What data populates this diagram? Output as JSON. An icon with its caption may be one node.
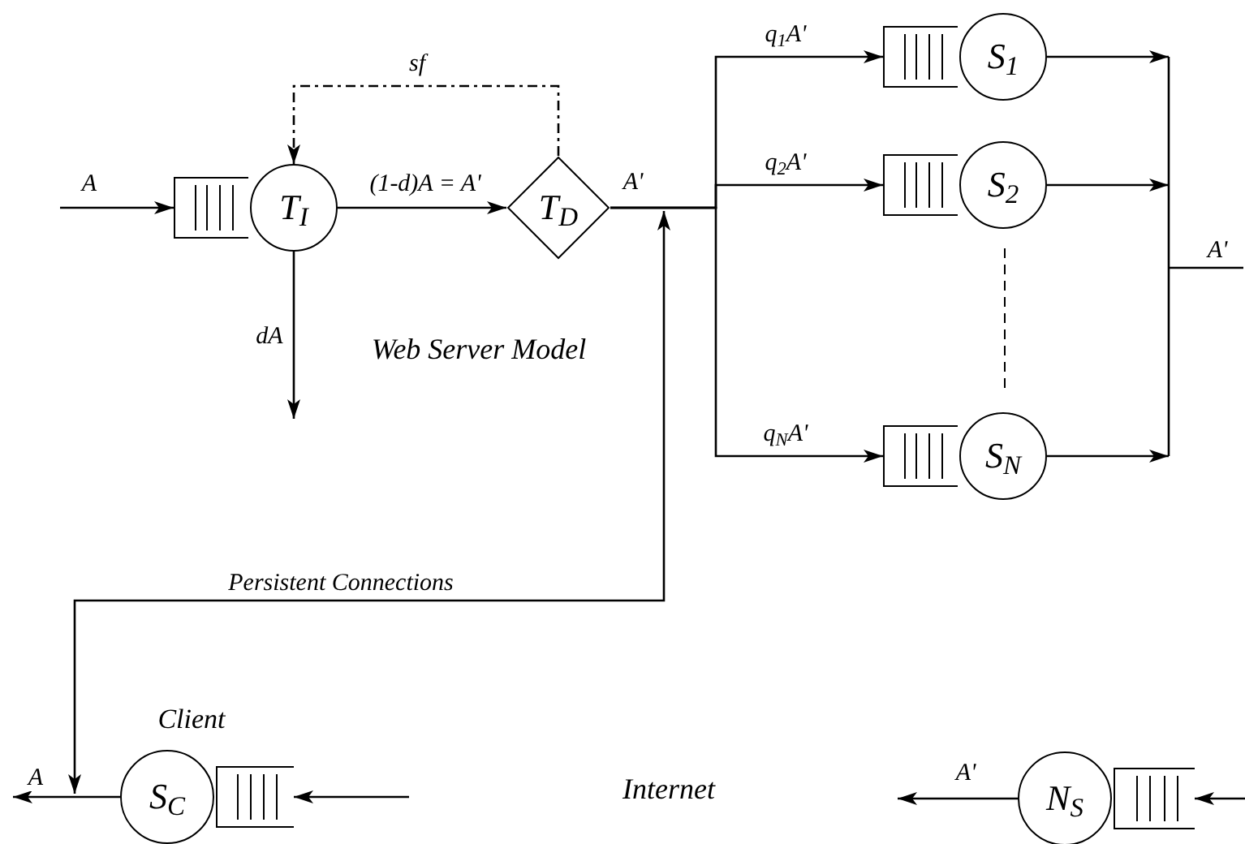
{
  "diagram": {
    "nodes": [
      {
        "text": [],
        "shape": "box"
      },
      {
        "text": [
          "T$_{I}$"
        ]
      },
      {
        "text": [
          "T$_{D}$"
        ]
      },
      {
        "text": [],
        "shape": "box"
      },
      {
        "text": [
          "S$_{1}$"
        ]
      },
      {
        "text": [],
        "shape": "box"
      },
      {
        "text": [
          "S$_{2}$"
        ]
      },
      {
        "text": [],
        "shape": "box"
      },
      {
        "text": [
          "S$_{N}$"
        ]
      },
      {
        "text": [
          "S$_{C}$"
        ],
        "beside": [
          "Client"
        ]
      },
      {
        "text": [],
        "shape": "box"
      },
      {
        "text": [
          "N$_{S}$"
        ]
      },
      {
        "text": [],
        "shape": "box"
      }
    ],
    "edges": [
      {
        "from": null,
        "to": 0,
        "arrow": "to",
        "label": "A"
      },
      {
        "from": 1,
        "to": 2,
        "arrow": "to",
        "label": "(1-d)A = A'"
      },
      {
        "from": 1,
        "to": null,
        "arrow": "to",
        "label": "dA"
      },
      {
        "from": 2,
        "to": 1,
        "arrow": "to",
        "label": "sf",
        "style": "dashed"
      },
      {
        "from": 2,
        "to": 3,
        "arrow": "to",
        "label": "q$_{1}$A'"
      },
      {
        "from": 2,
        "to": 5,
        "arrow": "to",
        "label": "q$_{2}$A'"
      },
      {
        "from": 2,
        "to": 7,
        "arrow": "to",
        "label": "q$_{N}$A'"
      },
      {
        "from": 4,
        "to": null,
        "arrow": "to"
      },
      {
        "from": 6,
        "to": null,
        "arrow": "to"
      },
      {
        "from": 8,
        "to": null,
        "arrow": "to"
      },
      {
        "from": 9,
        "to": null,
        "arrow": "both",
        "label": "Persistent Connections"
      },
      {
        "from": 9,
        "to": null,
        "arrow": "to",
        "label": "A"
      },
      {
        "from": null,
        "to": 10,
        "arrow": "to"
      },
      {
        "from": 11,
        "to": null,
        "arrow": "to",
        "label": "A'"
      },
      {
        "from": null,
        "to": 12,
        "arrow": "to"
      }
    ],
    "labels": [
      "A'",
      "A'",
      "Web Server Model",
      "Internet"
    ]
  }
}
